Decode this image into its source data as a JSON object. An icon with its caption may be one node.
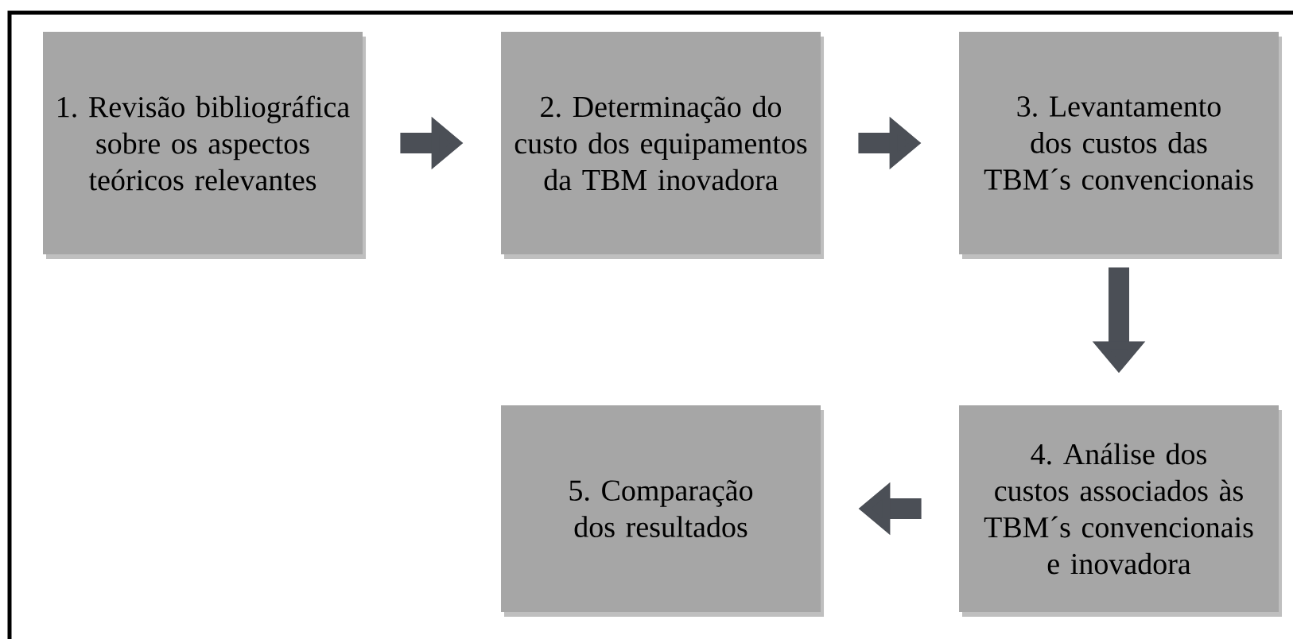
{
  "diagram": {
    "nodes": [
      {
        "text": [
          "1. Revisão bibliográfica sobre os aspectos teóricos relevantes"
        ]
      },
      {
        "text": [
          "2. Determinação do custo dos equipamentos da TBM inovadora"
        ]
      },
      {
        "text": [
          "3. Levantamento dos custos das TBM´s convencionais"
        ]
      },
      {
        "text": [
          "4. Análise dos custos associados às TBM´s convencionais e inovadora"
        ]
      },
      {
        "text": [
          "5. Comparação dos resultados"
        ]
      }
    ],
    "edges": [
      {
        "from": 0,
        "to": 1,
        "arrow": "to"
      },
      {
        "from": 1,
        "to": 2,
        "arrow": "to"
      },
      {
        "from": 2,
        "to": 3,
        "arrow": "to"
      },
      {
        "from": 3,
        "to": 4,
        "arrow": "to"
      }
    ]
  }
}
